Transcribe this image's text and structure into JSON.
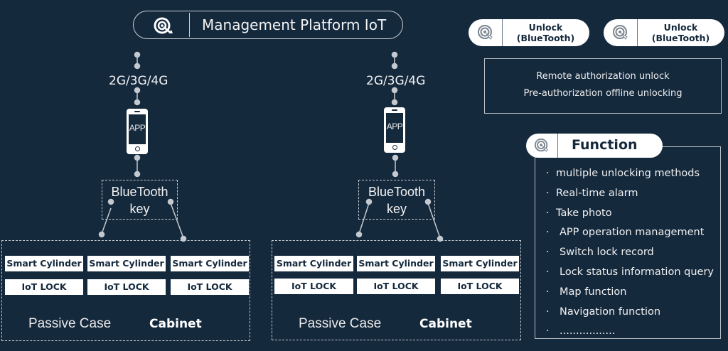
{
  "header": {
    "title": "Management Platform IoT",
    "icon": "target-icon"
  },
  "branches": [
    {
      "network": "2G/3G/4G",
      "phone_label": "APP",
      "bluetooth_key": [
        "BlueTooth",
        "key"
      ],
      "case": {
        "cylinders": [
          "Smart Cylinder",
          "Smart Cylinder",
          "Smart Cylinder"
        ],
        "locks": [
          "IoT LOCK",
          "IoT LOCK",
          "IoT LOCK"
        ],
        "passive_label": "Passive Case",
        "cabinet_label": "Cabinet"
      }
    },
    {
      "network": "2G/3G/4G",
      "phone_label": "APP",
      "bluetooth_key": [
        "BlueTooth",
        "key"
      ],
      "case": {
        "cylinders": [
          "Smart Cylinder",
          "Smart Cylinder",
          "Smart Cylinder"
        ],
        "locks": [
          "IoT LOCK",
          "IoT LOCK",
          "IoT LOCK"
        ],
        "passive_label": "Passive Case",
        "cabinet_label": "Cabinet"
      }
    }
  ],
  "unlock_buttons": [
    {
      "line1": "Unlock",
      "line2": "(BlueTooth)",
      "icon": "fingerprint-target-icon"
    },
    {
      "line1": "Unlock",
      "line2": "(BlueTooth)",
      "icon": "fingerprint-target-icon"
    }
  ],
  "authorization": {
    "lines": [
      "Remote authorization unlock",
      "Pre-authorization offline unlocking"
    ]
  },
  "function_panel": {
    "title": "Function",
    "bullet": "·",
    "items": [
      "multiple unlocking methods",
      "Real-time alarm",
      "Take photo",
      "APP operation management",
      "Switch lock record",
      "Lock status information query",
      "Map function",
      "Navigation function",
      "................."
    ]
  },
  "colors": {
    "background": "#15293d",
    "foreground": "#ffffff",
    "line": "#c4c9cf"
  }
}
